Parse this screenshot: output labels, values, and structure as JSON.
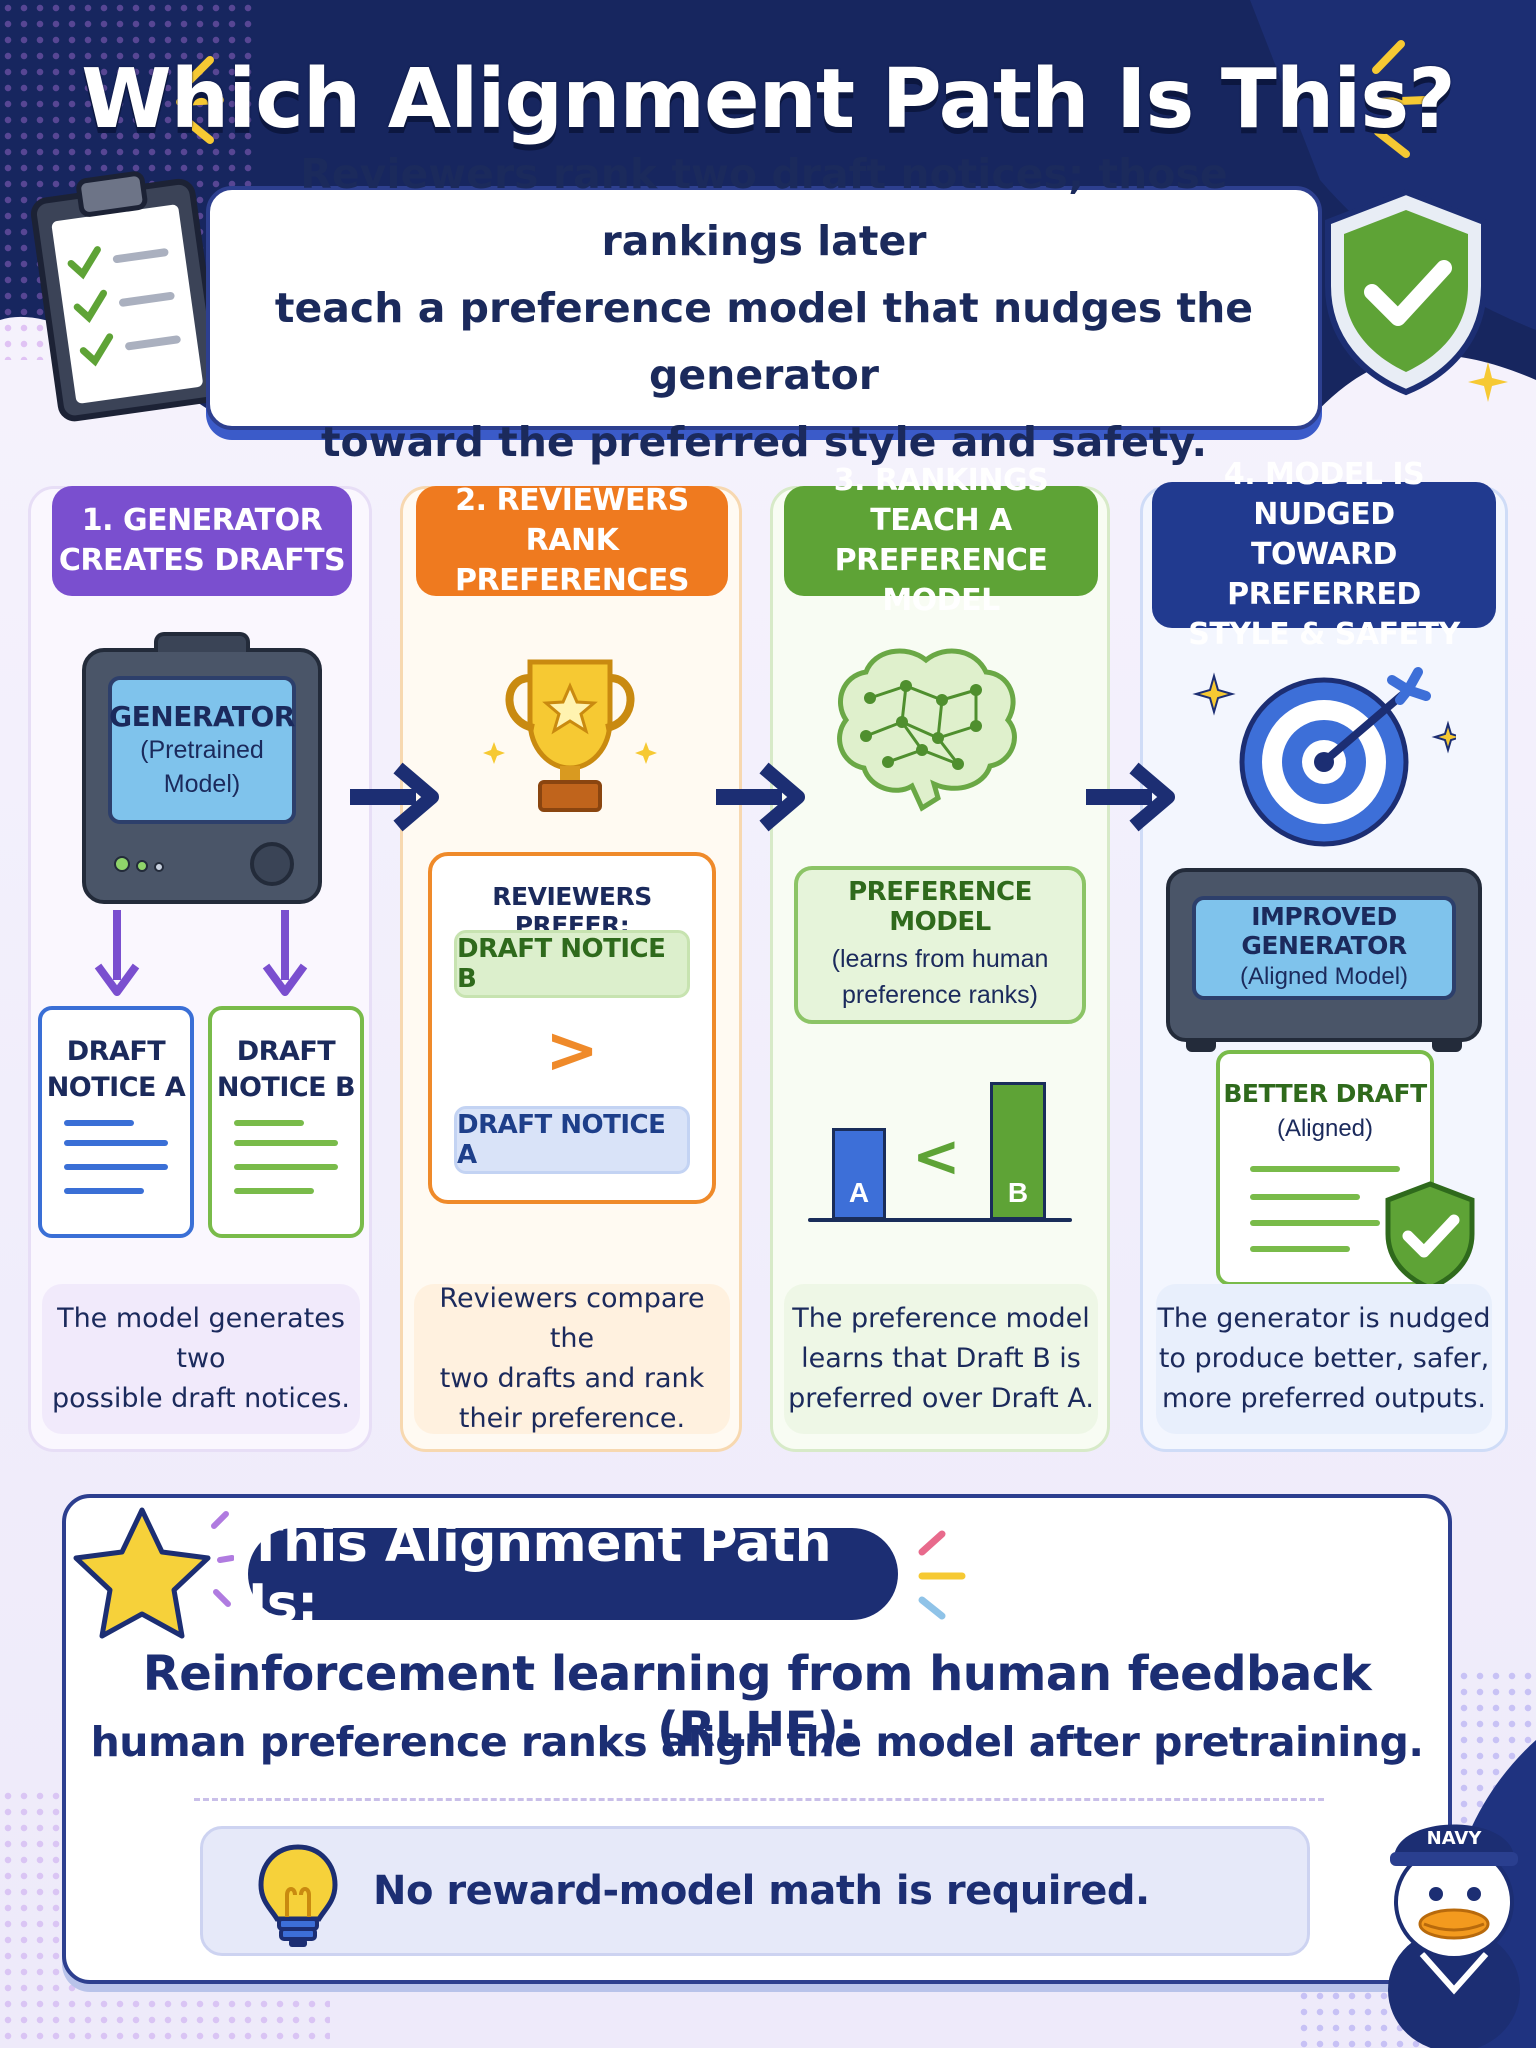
{
  "title": "Which Alignment Path Is This?",
  "intro": {
    "line1": "Reviewers rank two draft notices; those rankings later",
    "line2": "teach a preference model that nudges the generator",
    "line3": "toward the preferred style and safety."
  },
  "steps": [
    {
      "label_line1": "1. GENERATOR",
      "label_line2": "CREATES DRAFTS",
      "desc_line1": "The model generates two",
      "desc_line2": "possible draft notices."
    },
    {
      "label_line1": "2. REVIEWERS",
      "label_line2": "RANK PREFERENCES",
      "desc_line1": "Reviewers compare the",
      "desc_line2": "two drafts and rank",
      "desc_line3": "their preference."
    },
    {
      "label_line1": "3. RANKINGS TEACH A",
      "label_line2": "PREFERENCE MODEL",
      "desc_line1": "The preference model",
      "desc_line2": "learns that Draft B is",
      "desc_line3": "preferred over Draft A."
    },
    {
      "label_line1": "4. MODEL IS NUDGED",
      "label_line2": "TOWARD PREFERRED",
      "label_line3": "STYLE & SAFETY",
      "desc_line1": "The generator is nudged",
      "desc_line2": "to produce better, safer,",
      "desc_line3": "more preferred outputs."
    }
  ],
  "generator": {
    "name": "GENERATOR",
    "sub1": "(Pretrained",
    "sub2": "Model)"
  },
  "drafts": {
    "a_line1": "DRAFT",
    "a_line2": "NOTICE A",
    "b_line1": "DRAFT",
    "b_line2": "NOTICE B"
  },
  "reviewers": {
    "heading": "REVIEWERS PREFER:",
    "top": "DRAFT NOTICE B",
    "comparator": ">",
    "bottom": "DRAFT NOTICE A"
  },
  "preference_model": {
    "name": "PREFERENCE MODEL",
    "sub1": "(learns from human",
    "sub2": "preference ranks)",
    "bar_a": "A",
    "bar_b": "B",
    "comparator": "<",
    "bar_a_value": 0.67,
    "bar_b_value": 1.0
  },
  "improved": {
    "name": "IMPROVED GENERATOR",
    "sub": "(Aligned Model)",
    "better_line1": "BETTER DRAFT",
    "better_line2": "(Aligned)"
  },
  "answer": {
    "pill": "This Alignment Path Is:",
    "line1": "Reinforcement learning from human feedback (RLHF):",
    "line2": "human preference ranks align the model after pretraining.",
    "note": "No reward-model math is required."
  },
  "mascot": {
    "cap_text": "NAVY"
  },
  "colors": {
    "navy": "#1c2e73",
    "purple": "#7a4fcf",
    "orange": "#ef7a1f",
    "green": "#5ea336",
    "blue": "#3d6fd8"
  },
  "icons": [
    "clipboard-icon",
    "shield-check-icon",
    "trophy-icon",
    "brain-icon",
    "target-icon",
    "star-icon",
    "lightbulb-icon",
    "duck-mascot-icon"
  ]
}
